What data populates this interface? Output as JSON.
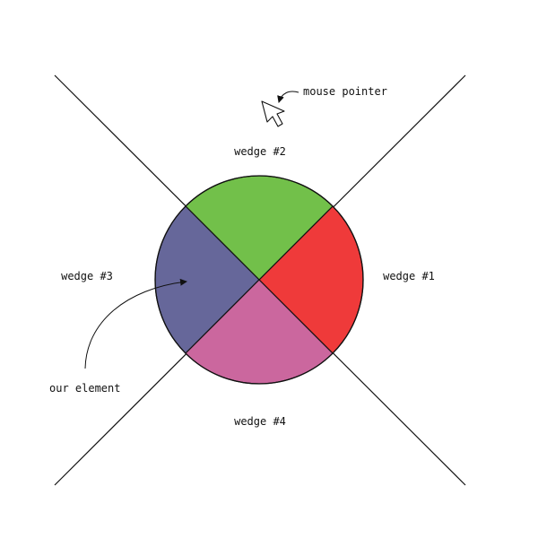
{
  "labels": {
    "wedge_1": "wedge #1",
    "wedge_2": "wedge #2",
    "wedge_3": "wedge #3",
    "wedge_4": "wedge #4",
    "mouse_pointer": "mouse pointer",
    "our_element": "our element"
  },
  "colors": {
    "wedge_1": "#ef3a3a",
    "wedge_2": "#72c04a",
    "wedge_3": "#66679a",
    "wedge_4": "#cb679e",
    "stroke": "#111111",
    "background": "#ffffff"
  },
  "icons": {
    "mouse_pointer": "arrow-cursor-icon"
  }
}
